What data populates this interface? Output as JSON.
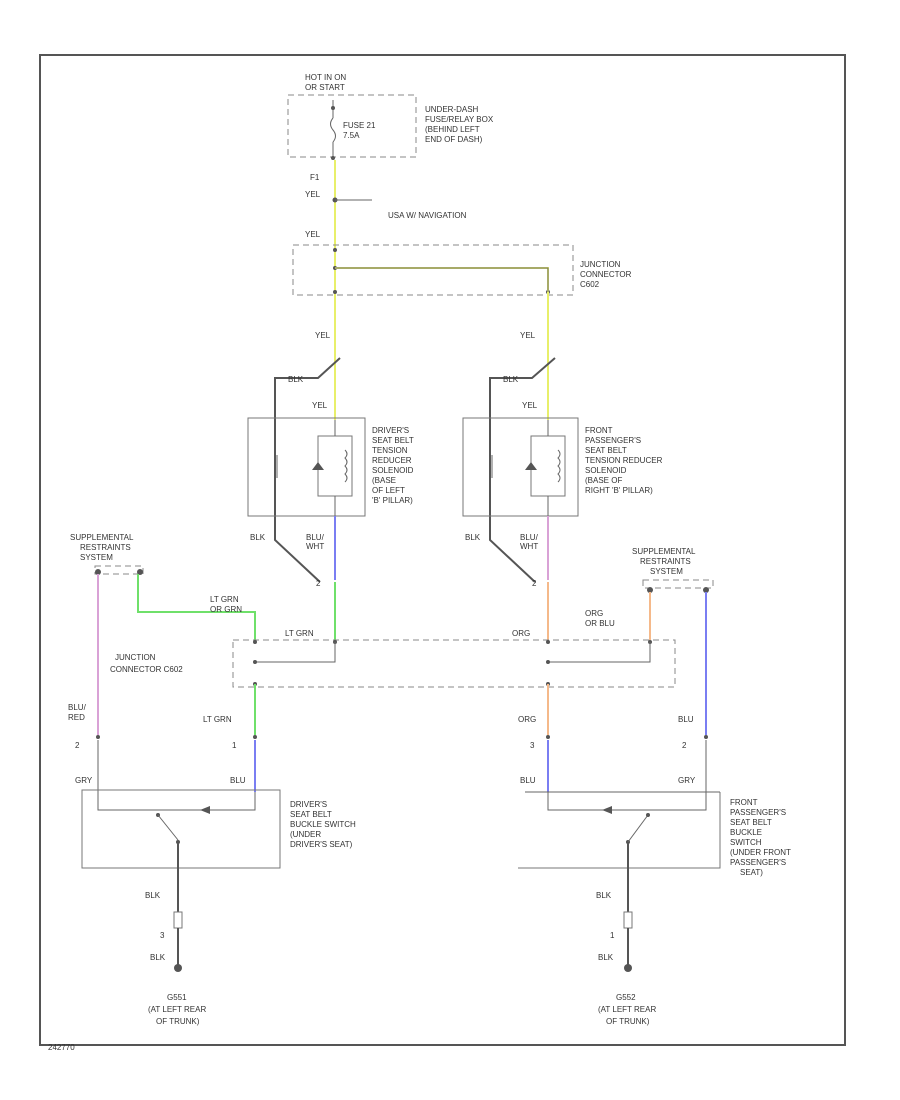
{
  "colors": {
    "yel": "#e8ef6a",
    "ltgrn": "#6fe06a",
    "blu": "#7a7ef2",
    "org": "#f5b98a",
    "pink": "#d9a2d6",
    "blk": "#555555"
  },
  "top": {
    "hot_1": "HOT IN ON",
    "hot_2": "OR START",
    "fuse_1": "FUSE 21",
    "fuse_2": "7.5A",
    "fusebox_1": "UNDER-DASH",
    "fusebox_2": "FUSE/RELAY BOX",
    "fusebox_3": "(BEHIND LEFT",
    "fusebox_4": "END OF DASH)",
    "f1": "F1",
    "yel_1": "YEL",
    "navigation": "USA W/ NAVIGATION",
    "yel_2": "YEL"
  },
  "junction_top": {
    "l1": "JUNCTION",
    "l2": "CONNECTOR",
    "l3": "C602"
  },
  "driver_solenoid": {
    "wire_yel_in": "YEL",
    "wire_blk_top": "BLK",
    "wire_yel_inner": "YEL",
    "l1": "DRIVER'S",
    "l2": "SEAT BELT",
    "l3": "TENSION",
    "l4": "REDUCER",
    "l5": "SOLENOID",
    "l6": "(BASE",
    "l7": "OF LEFT",
    "l8": "'B' PILLAR)",
    "wire_blk": "BLK",
    "wire_blu_1": "BLU/",
    "wire_blu_2": "WHT",
    "pin": "2"
  },
  "pass_solenoid": {
    "wire_yel_in": "YEL",
    "wire_blk_top": "BLK",
    "wire_yel_inner": "YEL",
    "l1": "FRONT",
    "l2": "PASSENGER'S",
    "l3": "SEAT BELT",
    "l4": "TENSION REDUCER",
    "l5": "SOLENOID",
    "l6": "(BASE OF",
    "l7": "RIGHT 'B' PILLAR)",
    "wire_blk": "BLK",
    "wire_blu_1": "BLU/",
    "wire_blu_2": "WHT",
    "pin": "2"
  },
  "srs_left": {
    "l1": "SUPPLEMENTAL",
    "l2": "RESTRAINTS",
    "l3": "SYSTEM"
  },
  "srs_right": {
    "l1": "SUPPLEMENTAL",
    "l2": "RESTRAINTS",
    "l3": "SYSTEM"
  },
  "mid": {
    "ltgrn_1": "LT GRN",
    "ltgrn_2": "OR GRN",
    "ltgrn_3": "LT GRN",
    "org_1": "ORG",
    "org_2": "ORG",
    "org_3": "OR BLU"
  },
  "junction_mid": {
    "l1": "JUNCTION",
    "l2": "CONNECTOR C602"
  },
  "driver_buckle": {
    "wire_blu_1": "BLU/",
    "wire_blu_2": "RED",
    "pin_2": "2",
    "wire_ltgrn": "LT GRN",
    "pin_1": "1",
    "wire_gry": "GRY",
    "wire_blu": "BLU",
    "l1": "DRIVER'S",
    "l2": "SEAT BELT",
    "l3": "BUCKLE SWITCH",
    "l4": "(UNDER",
    "l5": "DRIVER'S SEAT)",
    "wire_blk": "BLK",
    "pin_3": "3",
    "wire_blk_2": "BLK"
  },
  "pass_buckle": {
    "wire_org": "ORG",
    "pin_3": "3",
    "wire_blu": "BLU",
    "wire_blu_r": "BLU",
    "pin_2": "2",
    "wire_gry": "GRY",
    "l1": "FRONT",
    "l2": "PASSENGER'S",
    "l3": "SEAT BELT",
    "l4": "BUCKLE",
    "l5": "SWITCH",
    "l6": "(UNDER FRONT",
    "l7": "PASSENGER'S",
    "l8": "SEAT)",
    "wire_blk": "BLK",
    "pin_1": "1",
    "wire_blk_2": "BLK"
  },
  "ground_left": {
    "id": "G551",
    "l1": "(AT LEFT REAR",
    "l2": "OF TRUNK)"
  },
  "ground_right": {
    "id": "G552",
    "l1": "(AT LEFT REAR",
    "l2": "OF TRUNK)"
  },
  "footer": {
    "code": "242770"
  }
}
